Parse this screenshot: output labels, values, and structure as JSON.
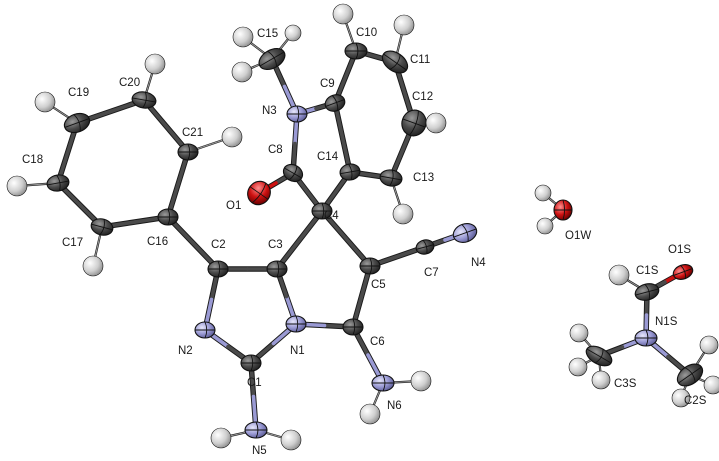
{
  "molecule": {
    "labels": {
      "C15": "C15",
      "C10": "C10",
      "C11": "C11",
      "C9": "C9",
      "N3": "N3",
      "C12": "C12",
      "C20": "C20",
      "C19": "C19",
      "C21": "C21",
      "C8": "C8",
      "C14": "C14",
      "C13": "C13",
      "C18": "C18",
      "O1": "O1",
      "C4": "C4",
      "C17": "C17",
      "C16": "C16",
      "C2": "C2",
      "C3": "C3",
      "C5": "C5",
      "C7": "C7",
      "N4": "N4",
      "N2": "N2",
      "N1": "N1",
      "C6": "C6",
      "C1": "C1",
      "N6": "N6",
      "N5": "N5",
      "O1W": "O1W",
      "O1S": "O1S",
      "C1S": "C1S",
      "N1S": "N1S",
      "C3S": "C3S",
      "C2S": "C2S"
    },
    "colors": {
      "carbon": "#4a4a4a",
      "nitrogen": "#9a9ad4",
      "oxygen": "#cc1111",
      "hydrogen": "#cfcfcf",
      "bond": "#1a1a1a"
    }
  }
}
